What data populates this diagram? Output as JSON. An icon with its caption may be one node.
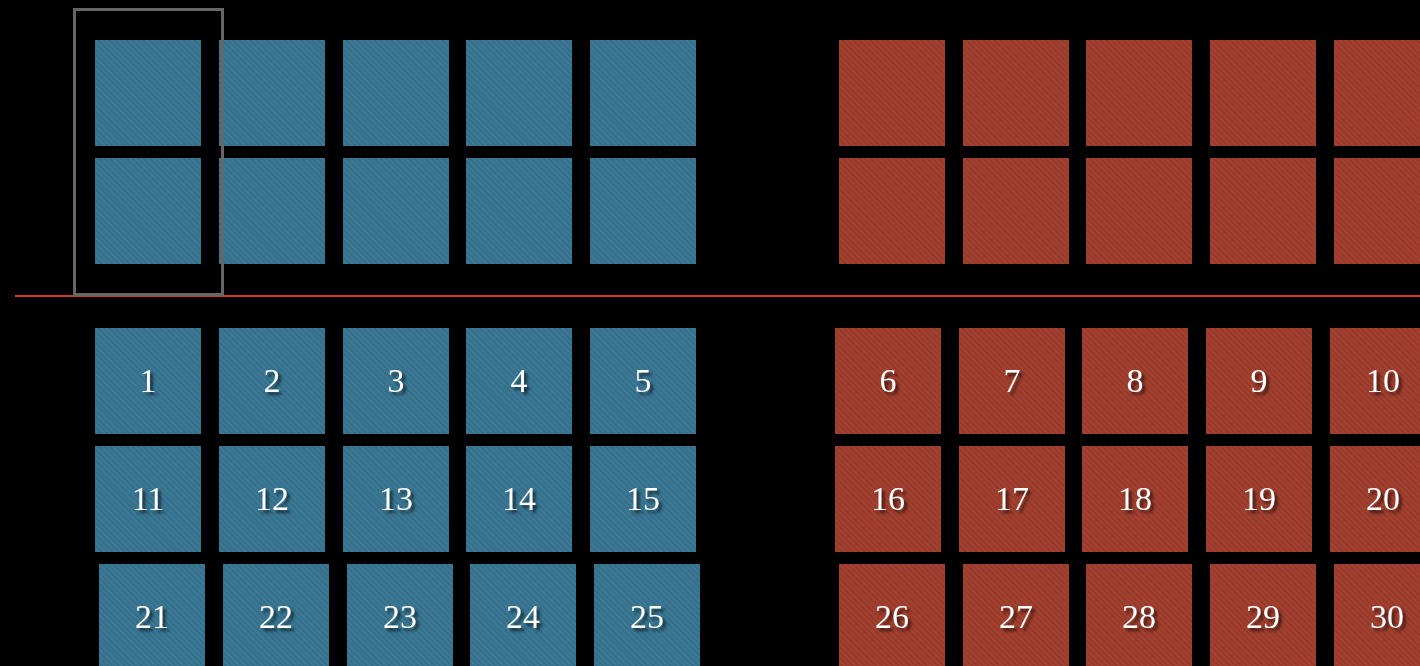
{
  "diagram": {
    "nodes": [
      {
        "text": [],
        "shape": "box"
      },
      {
        "text": [],
        "shape": "box",
        "in": 0
      },
      {
        "text": [],
        "shape": "box"
      },
      {
        "text": [],
        "shape": "box"
      },
      {
        "text": [],
        "shape": "box"
      },
      {
        "text": [],
        "shape": "box"
      },
      {
        "text": [],
        "shape": "box"
      },
      {
        "text": [],
        "shape": "box"
      },
      {
        "text": [],
        "shape": "box"
      },
      {
        "text": [],
        "shape": "box"
      },
      {
        "text": [],
        "shape": "box"
      },
      {
        "text": [],
        "shape": "box",
        "in": 0
      },
      {
        "text": [],
        "shape": "box"
      },
      {
        "text": [],
        "shape": "box"
      },
      {
        "text": [],
        "shape": "box"
      },
      {
        "text": [],
        "shape": "box"
      },
      {
        "text": [],
        "shape": "box"
      },
      {
        "text": [],
        "shape": "box"
      },
      {
        "text": [],
        "shape": "box"
      },
      {
        "text": [],
        "shape": "box"
      },
      {
        "text": [],
        "shape": "box"
      },
      {
        "text": [
          "1"
        ]
      },
      {
        "text": [
          "2"
        ]
      },
      {
        "text": [
          "3"
        ]
      },
      {
        "text": [
          "4"
        ]
      },
      {
        "text": [
          "5"
        ]
      },
      {
        "text": [
          "6"
        ]
      },
      {
        "text": [
          "7"
        ]
      },
      {
        "text": [
          "8"
        ]
      },
      {
        "text": [
          "9"
        ]
      },
      {
        "text": [
          "10"
        ]
      },
      {
        "text": [
          "11"
        ]
      },
      {
        "text": [
          "12"
        ]
      },
      {
        "text": [
          "13"
        ]
      },
      {
        "text": [
          "14"
        ]
      },
      {
        "text": [
          "15"
        ]
      },
      {
        "text": [
          "16"
        ]
      },
      {
        "text": [
          "17"
        ]
      },
      {
        "text": [
          "18"
        ]
      },
      {
        "text": [
          "19"
        ]
      },
      {
        "text": [
          "20"
        ]
      },
      {
        "text": [
          "21"
        ]
      },
      {
        "text": [
          "22"
        ]
      },
      {
        "text": [
          "23"
        ]
      },
      {
        "text": [
          "24"
        ]
      },
      {
        "text": [
          "25"
        ]
      },
      {
        "text": [
          "26"
        ]
      },
      {
        "text": [
          "27"
        ]
      },
      {
        "text": [
          "28"
        ]
      },
      {
        "text": [
          "29"
        ]
      },
      {
        "text": [
          "30"
        ]
      }
    ],
    "edges": []
  }
}
